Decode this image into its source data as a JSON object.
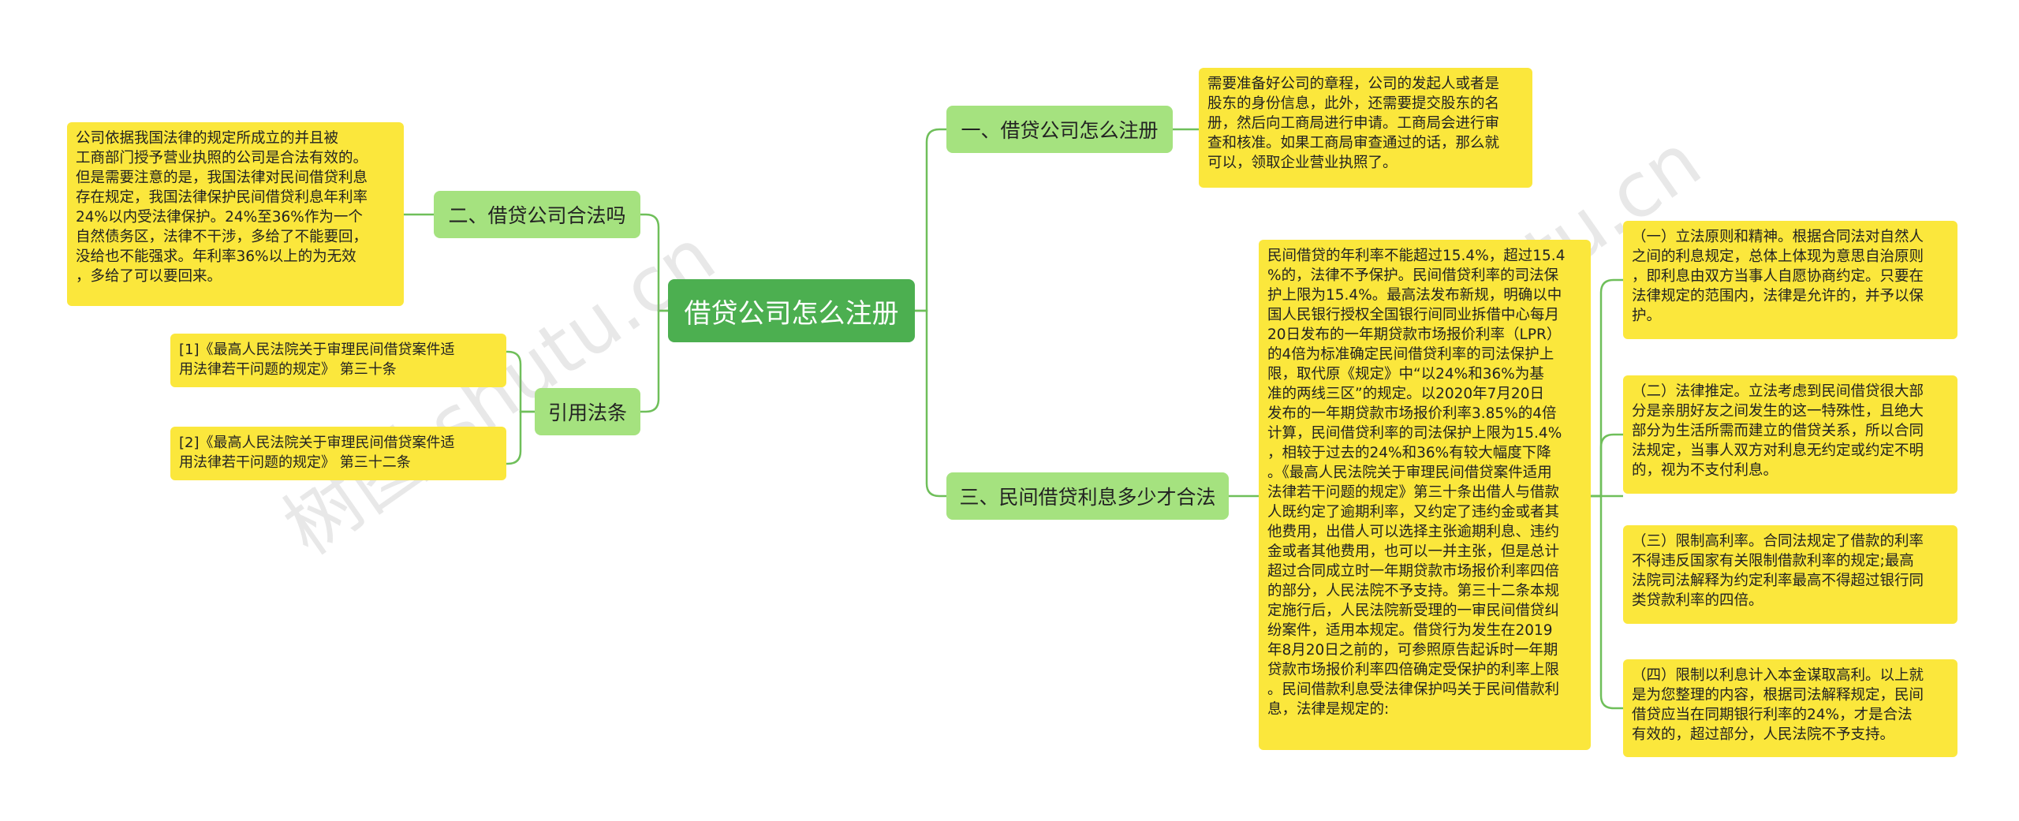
{
  "root": {
    "label": "借贷公司怎么注册"
  },
  "branches": {
    "b1": {
      "label": "一、借贷公司怎么注册",
      "details": [
        "需要准备好公司的章程，公司的发起人或者是\n股东的身份信息，此外，还需要提交股东的名\n册，然后向工商局进行申请。工商局会进行审\n查和核准。如果工商局审查通过的话，那么就\n可以，领取企业营业执照了。"
      ]
    },
    "b2": {
      "label": "二、借贷公司合法吗",
      "details": [
        "公司依据我国法律的规定所成立的并且被\n工商部门授予营业执照的公司是合法有效的。\n但是需要注意的是，我国法律对民间借贷利息\n存在规定，我国法律保护民间借贷利息年利率\n24%以内受法律保护。24%至36%作为一个\n自然债务区，法律不干涉，多给了不能要回，\n没给也不能强求。年利率36%以上的为无效\n，多给了可以要回来。"
      ]
    },
    "b3": {
      "label": "三、民间借贷利息多少才合法",
      "details": [
        "民间借贷的年利率不能超过15.4%，超过15.4\n%的，法律不予保护。民间借贷利率的司法保\n护上限为15.4%。最高法发布新规，明确以中\n国人民银行授权全国银行间同业拆借中心每月\n20日发布的一年期贷款市场报价利率（LPR）\n的4倍为标准确定民间借贷利率的司法保护上\n限，取代原《规定》中“以24%和36%为基\n准的两线三区”的规定。以2020年7月20日\n发布的一年期贷款市场报价利率3.85%的4倍\n计算，民间借贷利率的司法保护上限为15.4%\n，相较于过去的24%和36%有较大幅度下降\n。《最高人民法院关于审理民间借贷案件适用\n法律若干问题的规定》第三十条出借人与借款\n人既约定了逾期利率，又约定了违约金或者其\n他费用，出借人可以选择主张逾期利息、违约\n金或者其他费用，也可以一并主张，但是总计\n超过合同成立时一年期贷款市场报价利率四倍\n的部分，人民法院不予支持。第三十二条本规\n定施行后，人民法院新受理的一审民间借贷纠\n纷案件，适用本规定。借贷行为发生在2019\n年8月20日之前的，可参照原告起诉时一年期\n贷款市场报价利率四倍确定受保护的利率上限\n。民间借款利息受法律保护吗关于民间借款利\n息，法律是规定的:",
        "（一）立法原则和精神。根据合同法对自然人\n之间的利息规定，总体上体现为意思自治原则\n，即利息由双方当事人自愿协商约定。只要在\n法律规定的范围内，法律是允许的，并予以保\n护。",
        "（二）法律推定。立法考虑到民间借贷很大部\n分是亲朋好友之间发生的这一特殊性，且绝大\n部分为生活所需而建立的借贷关系，所以合同\n法规定，当事人双方对利息无约定或约定不明\n的，视为不支付利息。",
        "（三）限制高利率。合同法规定了借款的利率\n不得违反国家有关限制借款利率的规定;最高\n法院司法解释为约定利率最高不得超过银行同\n类贷款利率的四倍。",
        "（四）限制以利息计入本金谋取高利。以上就\n是为您整理的内容，根据司法解释规定，民间\n借贷应当在同期银行利率的24%，才是合法\n有效的，超过部分，人民法院不予支持。"
      ]
    },
    "b4": {
      "label": "引用法条",
      "details": [
        "[1]《最高人民法院关于审理民间借贷案件适\n用法律若干问题的规定》 第三十条",
        "[2]《最高人民法院关于审理民间借贷案件适\n用法律若干问题的规定》 第三十二条"
      ]
    }
  },
  "watermark": "树图 shutu.cn",
  "colors": {
    "root": "#4caf50",
    "branch": "#a5e27f",
    "leaf": "#fbe73c",
    "connector": "#6fbf5a"
  }
}
